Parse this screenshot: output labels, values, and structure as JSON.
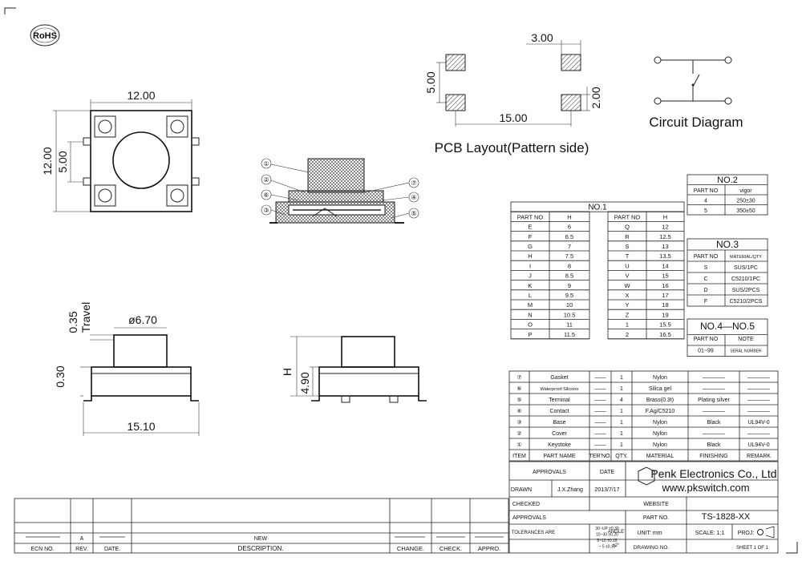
{
  "rohs": "RoHS",
  "dims": {
    "top_width": "12.00",
    "top_height": "12.00",
    "top_pin": "5.00",
    "travel": "0.35",
    "travel_label": "Travel",
    "dia": "ø6.70",
    "side_h": "0.30",
    "side_w": "15.10",
    "side2_h": "4.90",
    "side2_H": "H",
    "pcb_3": "3.00",
    "pcb_5": "5.00",
    "pcb_2": "2.00",
    "pcb_15": "15.00"
  },
  "pcb_title": "PCB Layout(Pattern side)",
  "circuit_title": "Circuit Diagram",
  "callouts": [
    "①",
    "②",
    "⑥",
    "③",
    "⑦",
    "④",
    "⑤"
  ],
  "no1": {
    "title": "NO.1",
    "headers": [
      "PART NO",
      "H",
      "PART NO",
      "H"
    ],
    "rows": [
      [
        "E",
        "6",
        "Q",
        "12"
      ],
      [
        "F",
        "6.5",
        "R",
        "12.5"
      ],
      [
        "G",
        "7",
        "S",
        "13"
      ],
      [
        "H",
        "7.5",
        "T",
        "13.5"
      ],
      [
        "I",
        "8",
        "U",
        "14"
      ],
      [
        "J",
        "8.5",
        "V",
        "15"
      ],
      [
        "K",
        "9",
        "W",
        "16"
      ],
      [
        "L",
        "9.5",
        "X",
        "17"
      ],
      [
        "M",
        "10",
        "Y",
        "18"
      ],
      [
        "N",
        "10.5",
        "Z",
        "19"
      ],
      [
        "O",
        "11",
        "1",
        "15.5"
      ],
      [
        "P",
        "11.5",
        "2",
        "16.5"
      ]
    ]
  },
  "no2": {
    "title": "NO.2",
    "headers": [
      "PART NO",
      "vigor"
    ],
    "rows": [
      [
        "4",
        "250±30"
      ],
      [
        "5",
        "350±50"
      ]
    ]
  },
  "no3": {
    "title": "NO.3",
    "headers": [
      "PART NO",
      "MATERIAL/QTY"
    ],
    "rows": [
      [
        "S",
        "SUS/1PC"
      ],
      [
        "C",
        "C5210/1PC"
      ],
      [
        "D",
        "SUS/2PCS"
      ],
      [
        "F",
        "C5210/2PCS"
      ]
    ]
  },
  "no45": {
    "title": "NO.4—NO.5",
    "headers": [
      "PART NO",
      "NOTE"
    ],
    "rows": [
      [
        "01~99",
        "SERAL NUMBER"
      ]
    ]
  },
  "bom": {
    "rows": [
      [
        "⑦",
        "Gasket",
        "——",
        "1",
        "Nylon",
        "————",
        "————"
      ],
      [
        "⑥",
        "Waterproof Silicone",
        "——",
        "1",
        "Silica gel",
        "————",
        "————"
      ],
      [
        "⑤",
        "Terminal",
        "——",
        "4",
        "Brass(0.3t)",
        "Plating silver",
        "————"
      ],
      [
        "④",
        "Contact",
        "——",
        "1",
        "F.Ag/C5210",
        "————",
        "————"
      ],
      [
        "③",
        "Base",
        "——",
        "1",
        "Nylon",
        "Black",
        "UL94V-0"
      ],
      [
        "②",
        "Cover",
        "——",
        "1",
        "Nylon",
        "————",
        "————"
      ],
      [
        "①",
        "Keystoke",
        "——",
        "1",
        "Nylon",
        "Black",
        "UL94V-0"
      ]
    ],
    "headers": [
      "ITEM",
      "PART NAME",
      "TER'NO.",
      "QTY.",
      "MATERIAL",
      "FINISHING",
      "REMARK"
    ]
  },
  "title_block": {
    "approvals": "APPROVALS",
    "date": "DATE",
    "drawn": "DRAWN",
    "drawn_by": "J.X.Zhang",
    "drawn_date": "2013/7/17",
    "checked": "CHECKED",
    "approvals2": "APPROVALS",
    "tolerances": "TOLERANCES ARE",
    "tol": [
      "30~UP ±0.30",
      "10~30 ±0.20",
      "5~10 ±0.15",
      "~ 5 ±0.10"
    ],
    "angle": "ANGLE",
    "angle_val": "±2°",
    "company": "Penk Electronics Co., Ltd",
    "website": "www.pkswitch.com",
    "website_label": "WEBSITE",
    "part_no_label": "PART NO.",
    "part_no": "TS-1828-XX",
    "unit": "UNIT: mm",
    "scale": "SCALE:  1:1",
    "proj": "PROJ:",
    "drawing_no": "DRAWING NO.",
    "sheet": "SHEET  1  OF  1"
  },
  "rev_block": {
    "ecn": "ECN NO.",
    "rev": "REV.",
    "date": "DATE.",
    "desc": "DESCRIPTION.",
    "change": "CHANGE.",
    "check": "CHECK.",
    "appro": "APPRO.",
    "row_a": "A",
    "row_new": "NEW"
  }
}
